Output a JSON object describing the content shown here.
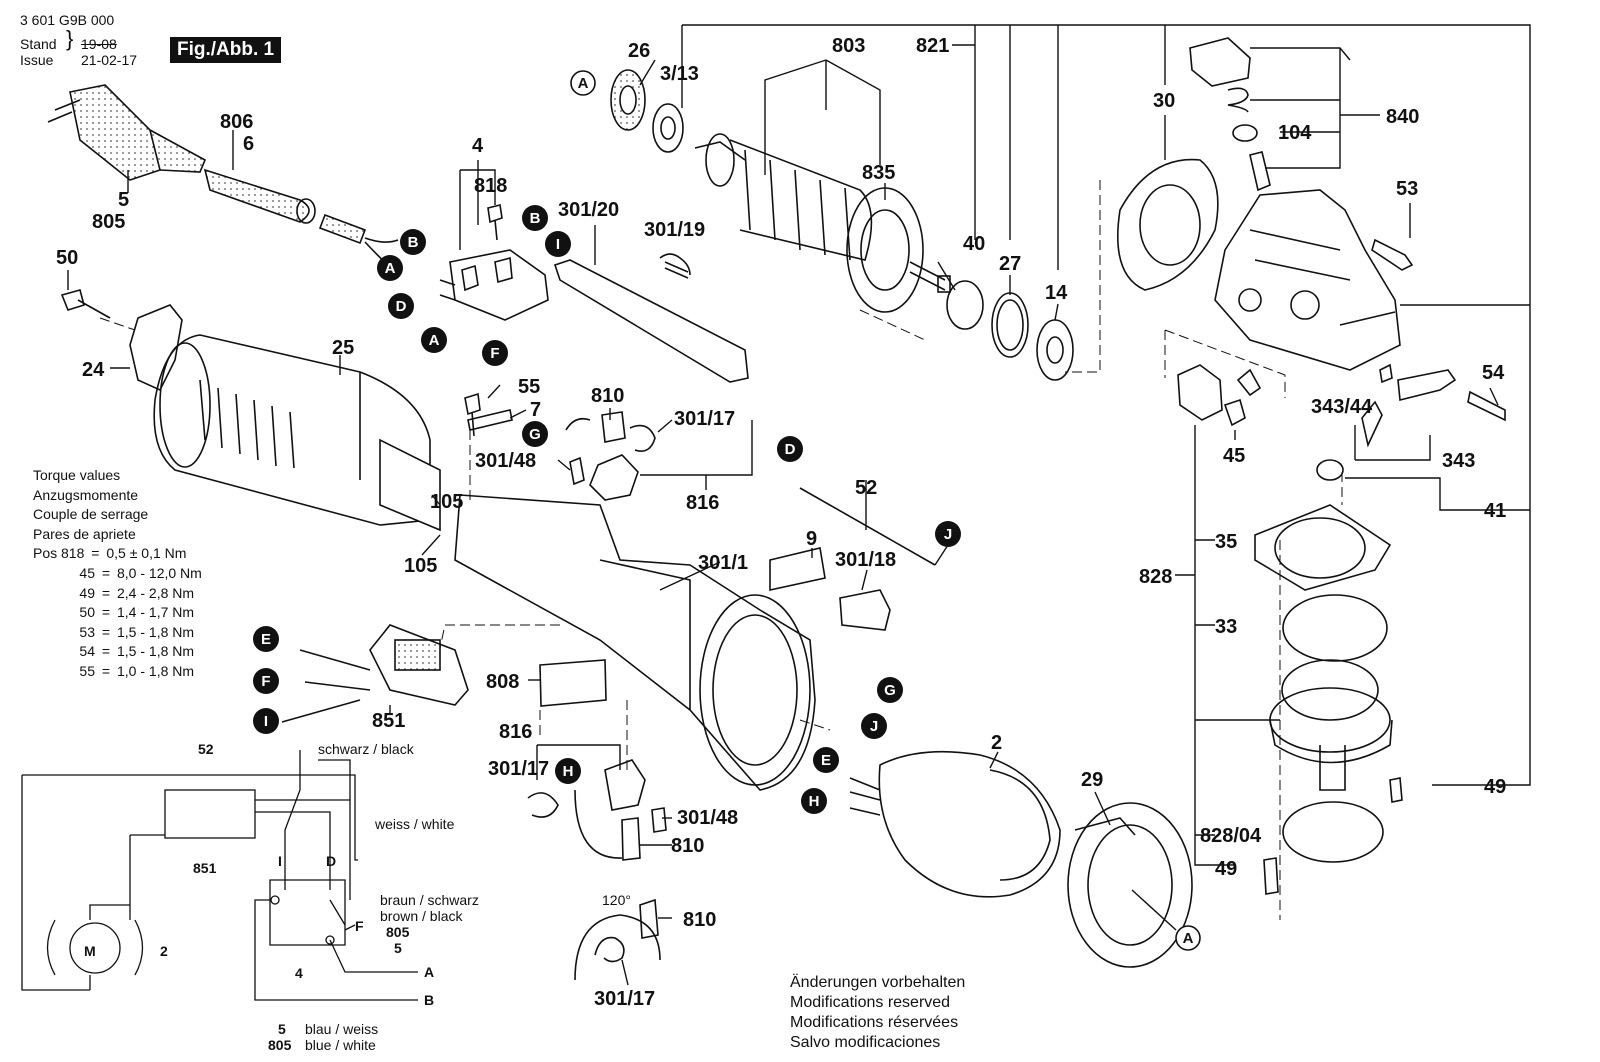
{
  "header": {
    "doc_number": "3 601 G9B 000",
    "stand_label": "Stand",
    "issue_label": "Issue",
    "stand_date_struck": "19-08",
    "issue_date": "21-02-17",
    "figure_title": "Fig./Abb. 1"
  },
  "torque": {
    "lines": [
      "Torque values",
      "Anzugsmomente",
      "Couple de serrage",
      "Pares de apriete"
    ],
    "prefix": "Pos",
    "rows": [
      {
        "pos": "818",
        "value": "0,5 ± 0,1 Nm"
      },
      {
        "pos": "45",
        "value": "8,0 - 12,0 Nm"
      },
      {
        "pos": "49",
        "value": "2,4 - 2,8 Nm"
      },
      {
        "pos": "50",
        "value": "1,4 - 1,7 Nm"
      },
      {
        "pos": "53",
        "value": "1,5 - 1,8 Nm"
      },
      {
        "pos": "54",
        "value": "1,5 - 1,8 Nm"
      },
      {
        "pos": "55",
        "value": "1,0 - 1,8 Nm"
      }
    ]
  },
  "notes": [
    "Änderungen vorbehalten",
    "Modifications reserved",
    "Modifications réservées",
    "Salvo modificaciones"
  ],
  "parts": {
    "p26": "26",
    "p3_13": "3/13",
    "p803": "803",
    "p821": "821",
    "p806": "806",
    "p6": "6",
    "p5": "5",
    "p805": "805",
    "p4": "4",
    "p818": "818",
    "p301_20": "301/20",
    "p301_19": "301/19",
    "p835": "835",
    "p30": "30",
    "p104": "104",
    "p840": "840",
    "p53": "53",
    "p50": "50",
    "p40": "40",
    "p27": "27",
    "p14": "14",
    "p24": "24",
    "p25": "25",
    "p55": "55",
    "p7": "7",
    "p810": "810",
    "p301_17": "301/17",
    "p301_48": "301/48",
    "p816": "816",
    "p105": "105",
    "p52": "52",
    "p9": "9",
    "p301_18": "301/18",
    "p301_1": "301/1",
    "p54": "54",
    "p343_44": "343/44",
    "p343": "343",
    "p45": "45",
    "p41": "41",
    "p35": "35",
    "p828": "828",
    "p33": "33",
    "p808": "808",
    "p851": "851",
    "p2": "2",
    "p29": "29",
    "p49": "49",
    "p828_04": "828/04",
    "angle": "120°"
  },
  "wiring": {
    "c52": "52",
    "c851": "851",
    "c2": "2",
    "c4": "4",
    "c5": "5",
    "c805": "805",
    "schwarz_black": "schwarz / black",
    "weiss_white": "weiss / white",
    "braun_schwarz": "braun / schwarz",
    "brown_black": "brown / black",
    "blau_weiss": "blau / weiss",
    "blue_white": "blue / white",
    "motor": "M",
    "t_I": "I",
    "t_D": "D",
    "t_F": "F",
    "t_A": "A",
    "t_B": "B",
    "c805b": "805"
  },
  "circles": {
    "A": "A",
    "B": "B",
    "D": "D",
    "E": "E",
    "F": "F",
    "G": "G",
    "H": "H",
    "I": "I",
    "J": "J"
  }
}
